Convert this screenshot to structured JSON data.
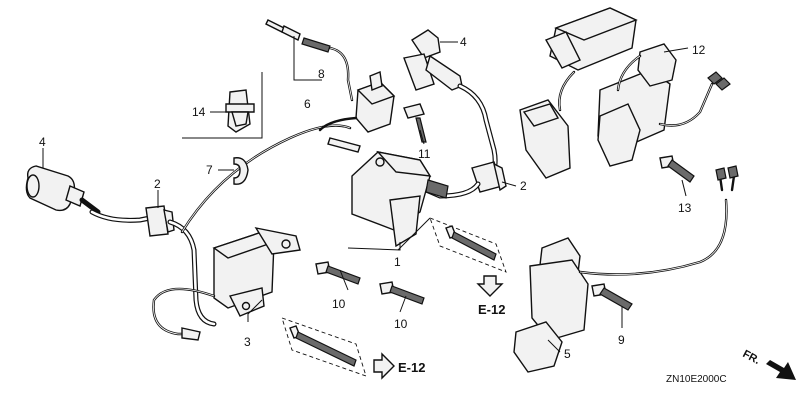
{
  "diagram": {
    "callouts": [
      {
        "id": "c1",
        "text": "1"
      },
      {
        "id": "c2a",
        "text": "2"
      },
      {
        "id": "c2b",
        "text": "2"
      },
      {
        "id": "c3",
        "text": "3"
      },
      {
        "id": "c4a",
        "text": "4"
      },
      {
        "id": "c4b",
        "text": "4"
      },
      {
        "id": "c5",
        "text": "5"
      },
      {
        "id": "c6",
        "text": "6"
      },
      {
        "id": "c7",
        "text": "7"
      },
      {
        "id": "c8",
        "text": "8"
      },
      {
        "id": "c9",
        "text": "9"
      },
      {
        "id": "c10a",
        "text": "10"
      },
      {
        "id": "c10b",
        "text": "10"
      },
      {
        "id": "c11",
        "text": "11"
      },
      {
        "id": "c12",
        "text": "12"
      },
      {
        "id": "c13",
        "text": "13"
      },
      {
        "id": "c14",
        "text": "14"
      }
    ],
    "references": [
      {
        "id": "refA",
        "text": "E-12"
      },
      {
        "id": "refB",
        "text": "E-12"
      }
    ],
    "direction_label": "FR.",
    "drawing_code": "ZN10E2000C"
  }
}
